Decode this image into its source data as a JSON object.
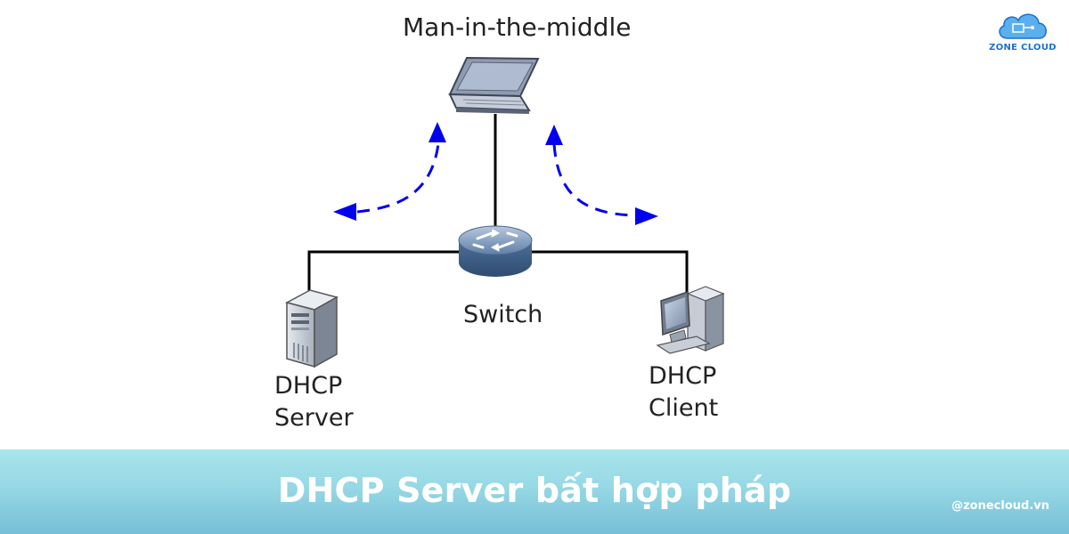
{
  "nodes": {
    "mitm": "Man-in-the-middle",
    "switch": "Switch",
    "server": [
      "DHCP",
      "Server"
    ],
    "client": [
      "DHCP",
      "Client"
    ]
  },
  "colors": {
    "arrow": "#0000ee",
    "line": "#000000",
    "banner": "#96d8e4",
    "brand": "#1e6fcf"
  },
  "logo": {
    "text": "ZONE CLOUD"
  },
  "banner": {
    "title": "DHCP Server bất hợp pháp",
    "handle": "@zonecloud.vn"
  }
}
